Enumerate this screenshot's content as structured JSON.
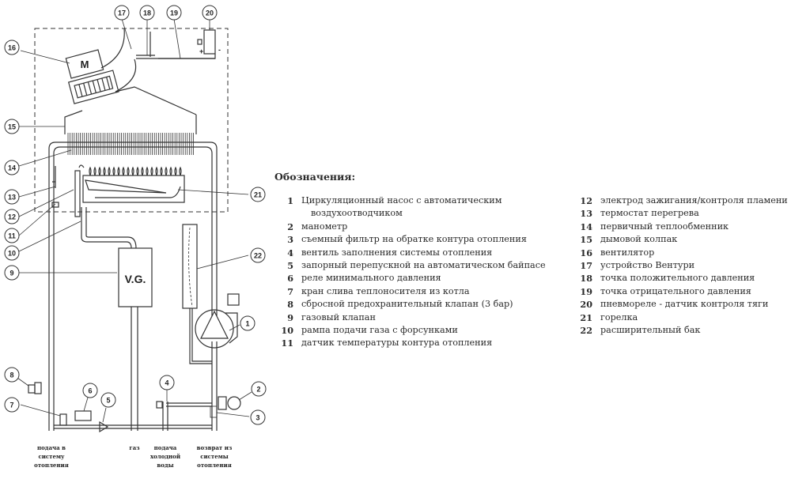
{
  "diagram": {
    "title": "Boiler hydraulic/gas schematic",
    "component_labels": {
      "gas_valve": "V.G.",
      "fan_motor": "M"
    },
    "callouts": [
      "1",
      "2",
      "3",
      "4",
      "5",
      "6",
      "7",
      "8",
      "9",
      "10",
      "11",
      "12",
      "13",
      "14",
      "15",
      "16",
      "17",
      "18",
      "19",
      "20",
      "21",
      "22"
    ],
    "pressure_switch_signs": {
      "plus": "+",
      "minus": "-"
    },
    "ports": [
      {
        "id": "heating-supply",
        "lines": [
          "подача в",
          "систему",
          "отопления"
        ]
      },
      {
        "id": "gas",
        "lines": [
          "газ"
        ]
      },
      {
        "id": "cold-water",
        "lines": [
          "подача",
          "холодной",
          "воды"
        ]
      },
      {
        "id": "heating-return",
        "lines": [
          "возврат из",
          "системы",
          "отопления"
        ]
      }
    ]
  },
  "legend": {
    "title": "Обозначения:",
    "items": [
      {
        "num": "1",
        "text": "Циркуляционный насос с автоматическим",
        "text2": "воздухоотводчиком"
      },
      {
        "num": "2",
        "text": "манометр"
      },
      {
        "num": "3",
        "text": "съемный фильтр на обратке  контура отопления"
      },
      {
        "num": "4",
        "text": "вентиль заполнения системы отопления"
      },
      {
        "num": "5",
        "text": "запорный перепускной на автоматическом байпасе"
      },
      {
        "num": "6",
        "text": "реле минимального давления"
      },
      {
        "num": "7",
        "text": "кран слива теплоносителя из котла"
      },
      {
        "num": "8",
        "text": "сбросной предохранительный клапан (3 бар)"
      },
      {
        "num": "9",
        "text": "газовый клапан"
      },
      {
        "num": "10",
        "text": "рампа подачи газа с форсунками"
      },
      {
        "num": "11",
        "text": "датчик температуры контура отопления"
      },
      {
        "num": "12",
        "text": "электрод зажигания/контроля пламени"
      },
      {
        "num": "13",
        "text": "термостат перегрева"
      },
      {
        "num": "14",
        "text": "первичный теплообменник"
      },
      {
        "num": "15",
        "text": "дымовой колпак"
      },
      {
        "num": "16",
        "text": "вентилятор"
      },
      {
        "num": "17",
        "text": "устройство Вентури"
      },
      {
        "num": "18",
        "text": "точка положительного давления"
      },
      {
        "num": "19",
        "text": "точка отрицательного давления"
      },
      {
        "num": "20",
        "text": "пневмореле - датчик контроля тяги"
      },
      {
        "num": "21",
        "text": "горелка"
      },
      {
        "num": "22",
        "text": "расширительный бак"
      }
    ]
  }
}
